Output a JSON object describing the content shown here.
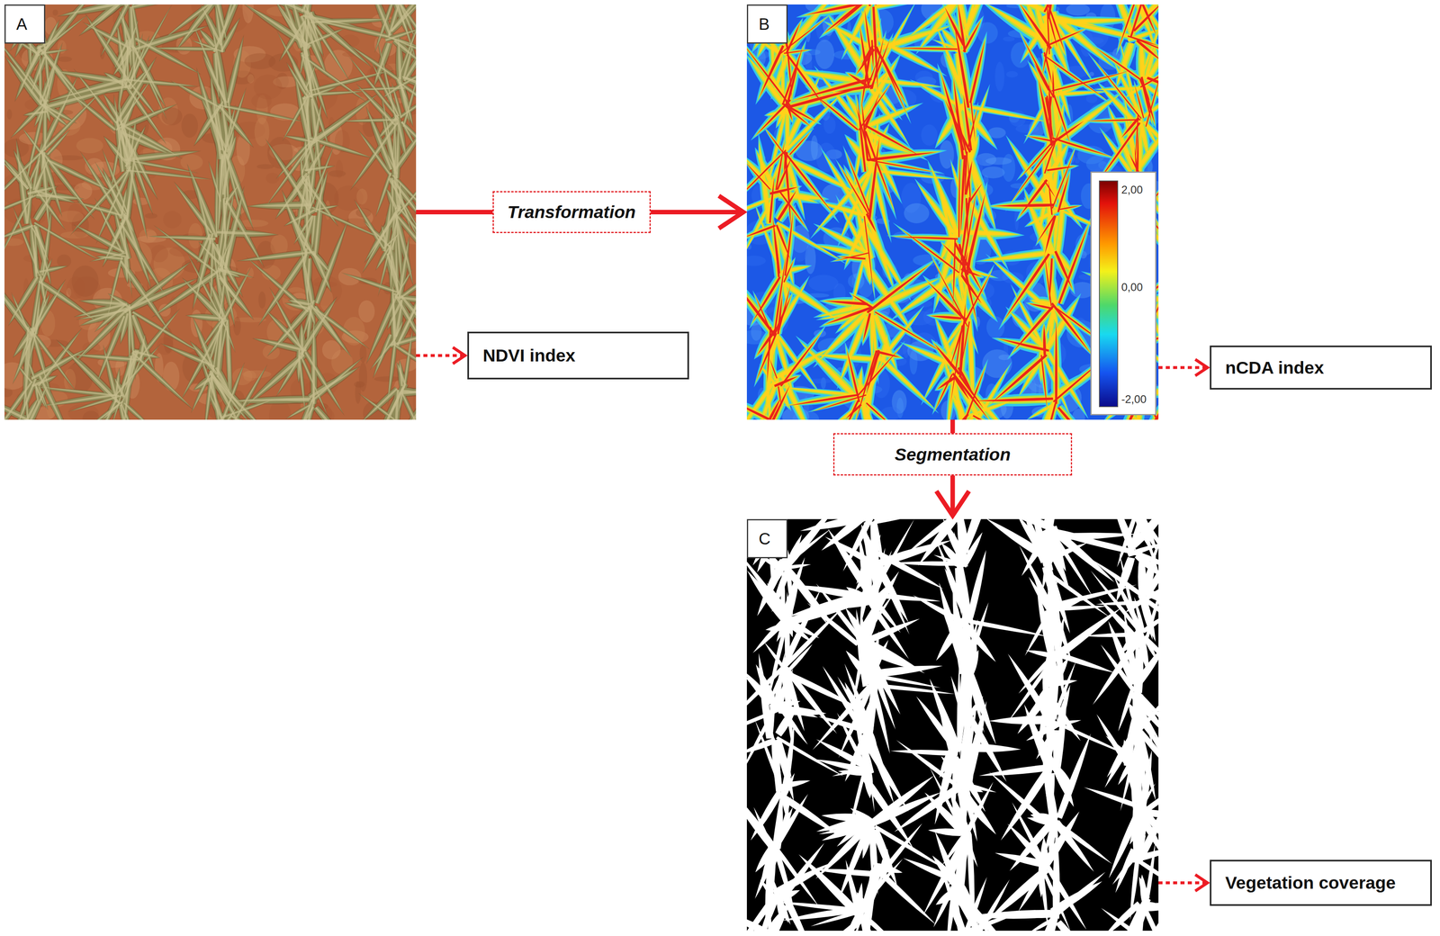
{
  "diagram": {
    "nodes": [
      {
        "text": [
          "A"
        ]
      },
      {
        "text": [
          "NDVI index"
        ]
      },
      {
        "text": [
          "B"
        ]
      },
      {
        "text": [
          "nCDA index"
        ]
      },
      {
        "text": [
          "C"
        ]
      },
      {
        "text": [
          "Vegetation coverage"
        ]
      }
    ],
    "edges": [
      {
        "from": 0,
        "to": 2,
        "label": "Transformation",
        "arrow": "to"
      },
      {
        "from": 0,
        "to": 1,
        "arrow": "to"
      },
      {
        "from": 2,
        "to": 3,
        "arrow": "to"
      },
      {
        "from": 2,
        "to": 4,
        "label": "Segmentation",
        "arrow": "to"
      },
      {
        "from": 4,
        "to": 5,
        "arrow": "to"
      }
    ],
    "labels": [
      "2,00",
      "0,00",
      "-2,00"
    ]
  }
}
